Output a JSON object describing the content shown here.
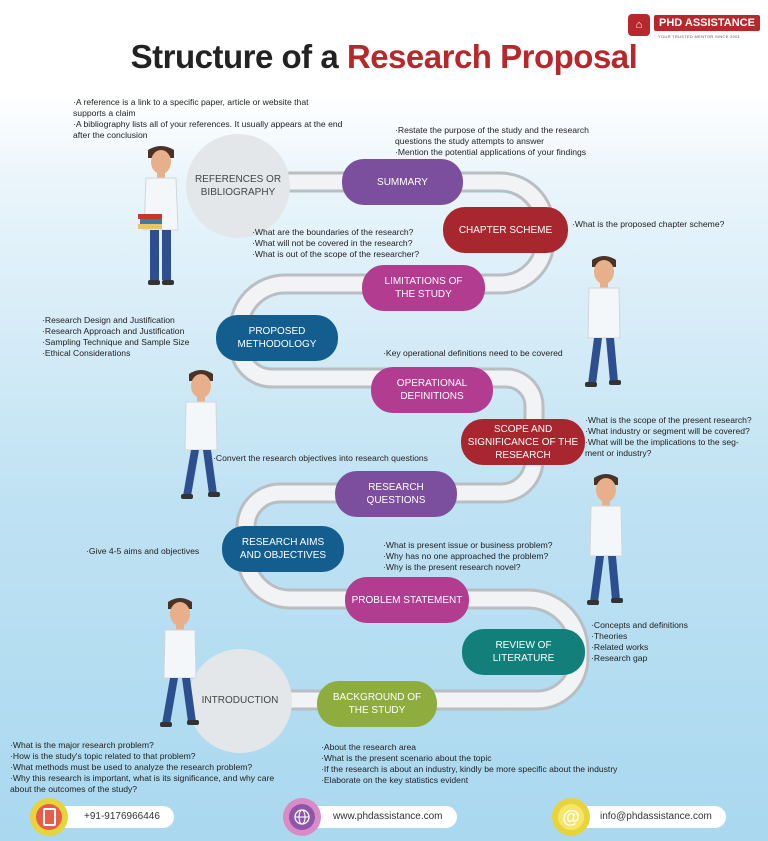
{
  "header": {
    "title_part1": "Structure of a ",
    "title_part2": "Research Proposal",
    "logo_text": "PHD ASSISTANCE",
    "logo_sub": "YOUR TRUSTED MENTOR SINCE 2001",
    "accent_color": "#b7282c"
  },
  "stages": {
    "references": "REFERENCES OR BIBLIOGRAPHY",
    "summary": "SUMMARY",
    "chapter_scheme": "CHAPTER SCHEME",
    "limitations": "LIMITATIONS OF THE STUDY",
    "methodology": "PROPOSED METHODOLOGY",
    "operational": "OPERATIONAL DEFINITIONS",
    "scope": "SCOPE AND SIGNIFICANCE OF THE RESEARCH",
    "questions": "RESEARCH QUESTIONS",
    "aims": "RESEARCH AIMS AND OBJECTIVES",
    "problem": "PROBLEM STATEMENT",
    "review": "REVIEW OF LITERATURE",
    "background": "BACKGROUND OF THE STUDY",
    "introduction": "INTRODUCTION"
  },
  "colors": {
    "purple": "#7b4f9e",
    "red": "#a8272f",
    "magenta": "#b23c8f",
    "blue": "#135d8f",
    "teal": "#127f7a",
    "olive": "#8fac3f",
    "grey": "#e4e7ea"
  },
  "notes": {
    "references": [
      "·A reference is a link to a specific paper, article or website that supports a claim",
      "·A bibliography lists all of your references. It usually appears at the end after the conclusion"
    ],
    "summary": [
      "·Restate the purpose of the study and the research questions the study attempts to answer",
      "·Mention the potential applications of your findings"
    ],
    "chapter_scheme": [
      "·What is the proposed chapter scheme?"
    ],
    "limitations": [
      "·What are the boundaries of the research?",
      "·What will not be covered in the research?",
      "·What is out of the scope of the researcher?"
    ],
    "methodology": [
      "·Research Design and Justification",
      "·Research Approach and Justification",
      "·Sampling Technique and Sample Size",
      "·Ethical Considerations"
    ],
    "operational": [
      "·Key operational definitions need to be covered"
    ],
    "scope": [
      "·What is the scope of the present research?",
      "·What industry or segment will be covered?",
      "·What will be the implications to the seg-",
      "ment or industry?"
    ],
    "questions": [
      "·Convert the research objectives into research questions"
    ],
    "aims": [
      "·Give 4-5 aims and objectives"
    ],
    "problem": [
      "·What is present issue or business problem?",
      "·Why has no one approached the problem?",
      "·Why is the present research novel?"
    ],
    "review": [
      "·Concepts and definitions",
      "·Theories",
      "·Related works",
      "·Research gap"
    ],
    "introduction": [
      "·What is the major research problem?",
      "·How is the study's topic related to that problem?",
      "·What methods must be used to analyze the research problem?",
      "·Why this research is important, what is its significance, and why care about the outcomes of the study?"
    ],
    "background": [
      "·About the research area",
      "·What is the present scenario about the topic",
      "·If the research is about an industry, kindly be more specific about the industry",
      "·Elaborate on the key statistics evident"
    ]
  },
  "footer": {
    "phone": "+91-9176966446",
    "website": "www.phdassistance.com",
    "email": "info@phdassistance.com",
    "phone_icon": "phone-icon",
    "web_icon": "globe-icon",
    "email_icon": "at-sign-icon"
  }
}
